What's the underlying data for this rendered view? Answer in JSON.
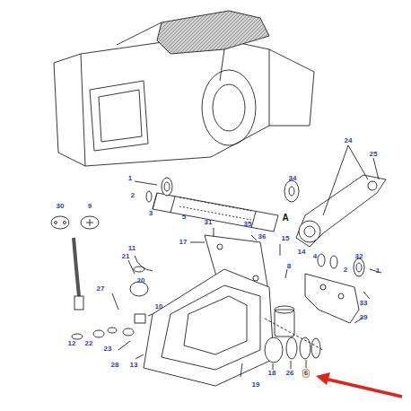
{
  "diagram": {
    "labels": [
      "24",
      "25",
      "1",
      "34",
      "2",
      "3",
      "30",
      "9",
      "A",
      "31",
      "35",
      "5",
      "36",
      "15",
      "17",
      "11",
      "14",
      "4",
      "32",
      "21",
      "2",
      "1",
      "20",
      "27",
      "8",
      "33",
      "10",
      "29",
      "12",
      "22",
      "23",
      "28",
      "13",
      "18",
      "26",
      "6",
      "19"
    ]
  }
}
